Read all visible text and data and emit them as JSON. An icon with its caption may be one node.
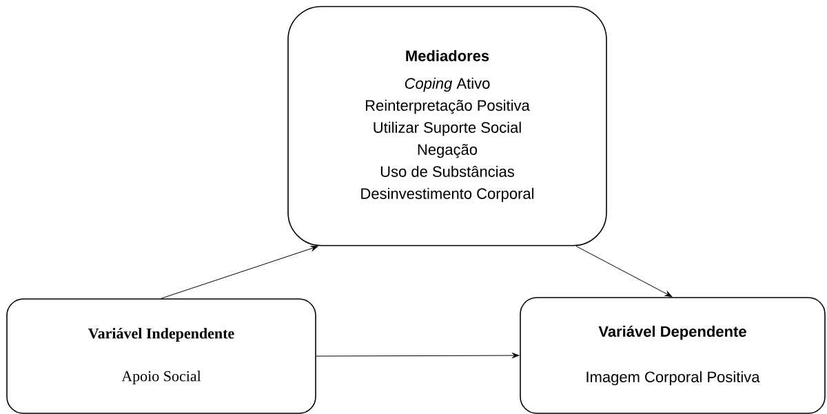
{
  "diagram": {
    "nodes": [
      {
        "text": [
          "Mediadores",
          "*Coping* Ativo",
          "Reinterpretação Positiva",
          "Utilizar Suporte Social",
          "Negação",
          "Uso de Substâncias",
          "Desinvestimento Corporal"
        ]
      },
      {
        "text": [
          "Variável Independente",
          "Apoio Social"
        ]
      },
      {
        "text": [
          "Variável Dependente",
          "Imagem Corporal Positiva"
        ]
      }
    ],
    "edges": [
      {
        "from": 1,
        "to": 0,
        "arrow": "to"
      },
      {
        "from": 0,
        "to": 2,
        "arrow": "to"
      },
      {
        "from": 1,
        "to": 2,
        "arrow": "to"
      }
    ]
  }
}
